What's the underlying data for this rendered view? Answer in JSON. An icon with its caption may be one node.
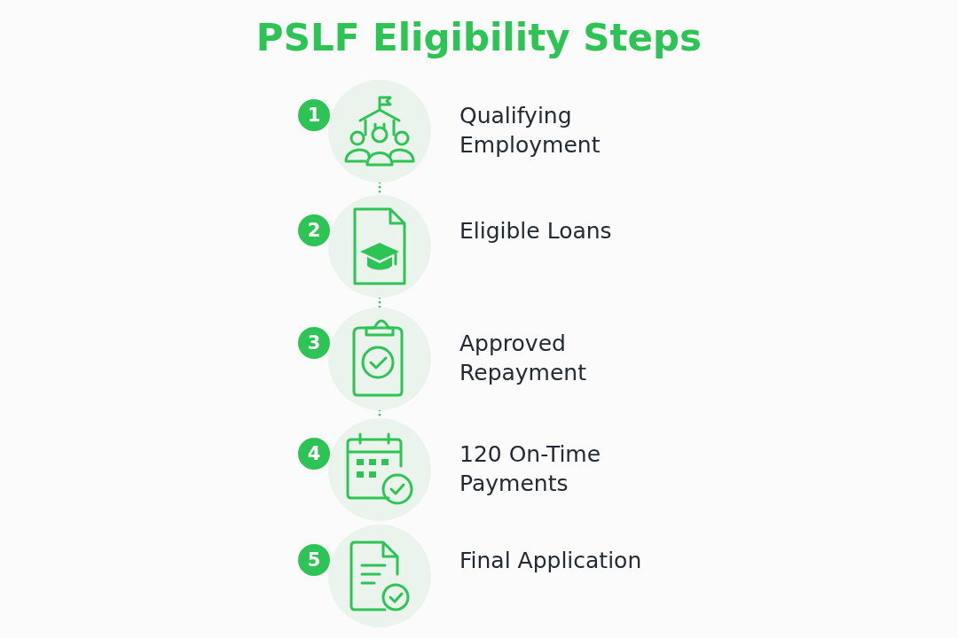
{
  "diagram": {
    "title": "PSLF Eligibility Steps",
    "nodes": [
      {
        "text": [],
        "shape": "circle",
        "beside": [
          "1",
          "Qualifying Employment"
        ]
      },
      {
        "text": [],
        "shape": "circle",
        "beside": [
          "2",
          "Eligible Loans"
        ]
      },
      {
        "text": [],
        "shape": "circle",
        "beside": [
          "3",
          "Approved Repayment"
        ]
      },
      {
        "text": [],
        "shape": "circle",
        "beside": [
          "4",
          "120 On-Time Payments"
        ]
      },
      {
        "text": [],
        "shape": "circle",
        "beside": [
          "5",
          "Final Application"
        ]
      }
    ],
    "edges": [
      {
        "from": 0,
        "to": 1,
        "arrow": "none",
        "style": "dashed"
      },
      {
        "from": 1,
        "to": 2,
        "arrow": "none",
        "style": "dashed"
      },
      {
        "from": 2,
        "to": 3,
        "arrow": "none",
        "style": "dashed"
      }
    ]
  }
}
